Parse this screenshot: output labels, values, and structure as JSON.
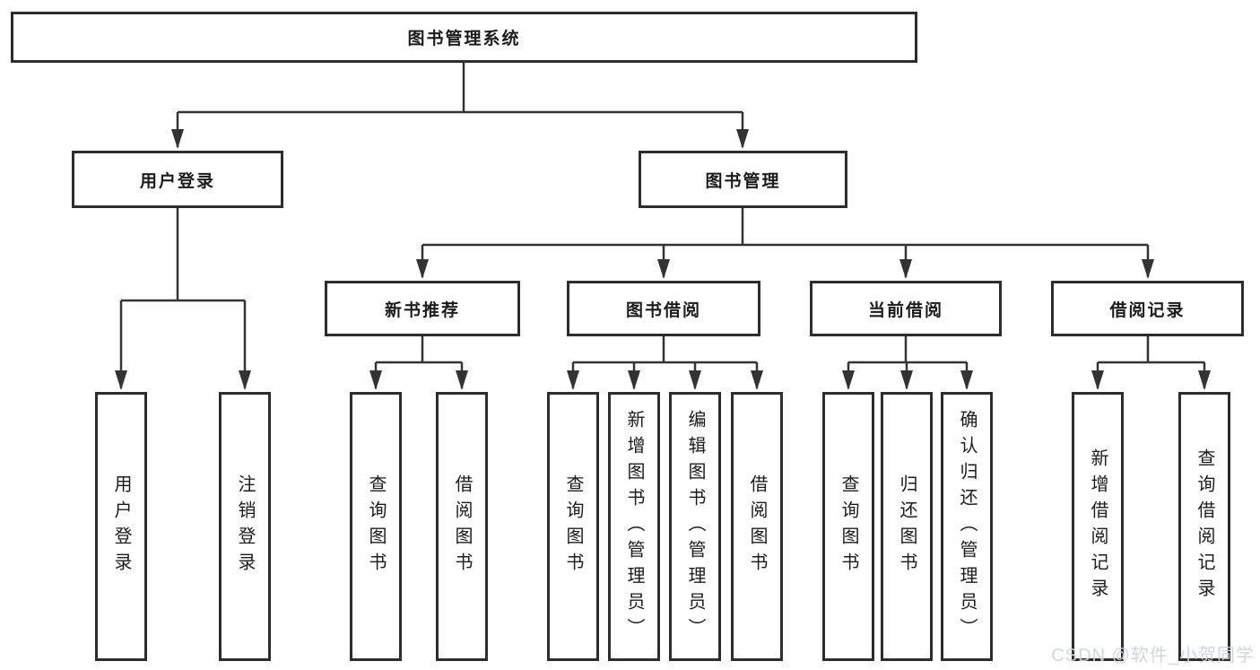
{
  "diagram": {
    "type": "hierarchy-tree",
    "root": {
      "label": "图书管理系统",
      "children": [
        {
          "label": "用户登录",
          "children": [
            {
              "label": "用户登录"
            },
            {
              "label": "注销登录"
            }
          ]
        },
        {
          "label": "图书管理",
          "children": [
            {
              "label": "新书推荐",
              "children": [
                {
                  "label": "查询图书"
                },
                {
                  "label": "借阅图书"
                }
              ]
            },
            {
              "label": "图书借阅",
              "children": [
                {
                  "label": "查询图书"
                },
                {
                  "label": "新增图书（管理员）"
                },
                {
                  "label": "编辑图书（管理员）"
                },
                {
                  "label": "借阅图书"
                }
              ]
            },
            {
              "label": "当前借阅",
              "children": [
                {
                  "label": "查询图书"
                },
                {
                  "label": "归还图书"
                },
                {
                  "label": "确认归还（管理员）"
                }
              ]
            },
            {
              "label": "借阅记录",
              "children": [
                {
                  "label": "新增借阅记录"
                },
                {
                  "label": "查询借阅记录"
                }
              ]
            }
          ]
        }
      ]
    },
    "colors": {
      "line": "#333333",
      "box_border": "#2d2d2d",
      "box_fill": "#ffffff",
      "text": "#1c1c1c",
      "background": "#ffffff"
    }
  },
  "watermark": {
    "text": "CSDN @软件_小贺同学",
    "color": "#d0d4d9"
  }
}
